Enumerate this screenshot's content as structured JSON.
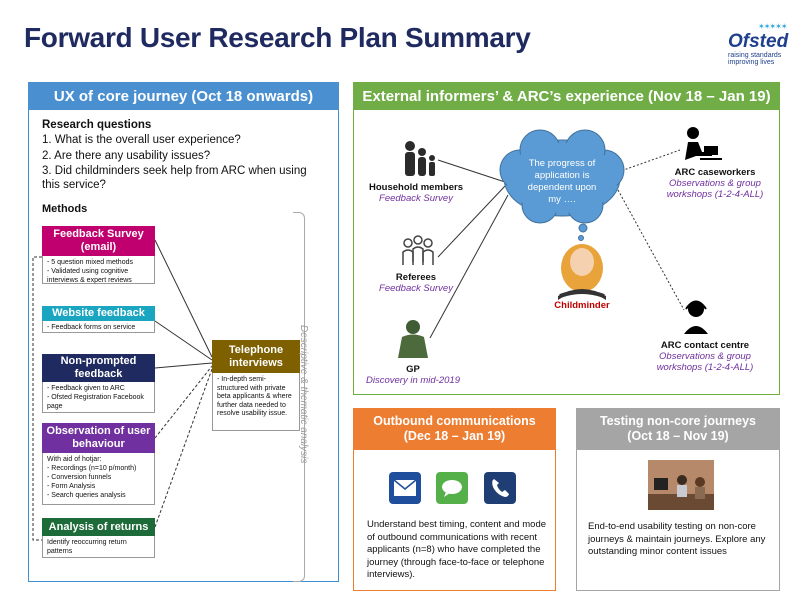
{
  "title": "Forward User Research Plan Summary",
  "logo": {
    "word": "Ofsted",
    "tagline_1": "raising standards",
    "tagline_2": "improving lives"
  },
  "left": {
    "heading": "UX of core journey (Oct 18 onwards)",
    "rq_title": "Research questions",
    "questions": [
      "1. What is the overall user experience?",
      "2. Are there any usability issues?",
      "3. Did childminders seek help from ARC when using this service?"
    ],
    "methods_title": "Methods",
    "methods": [
      {
        "title": "Feedback Survey (email)",
        "color": "#c0006e",
        "lines": [
          "- 5 question mixed methods",
          "- Validated using cognitive interviews & expert reviews"
        ]
      },
      {
        "title": "Website feedback",
        "color": "#1aa5c0",
        "lines": [
          "- Feedback forms on service"
        ]
      },
      {
        "title": "Non-prompted feedback",
        "color": "#1f2a60",
        "lines": [
          "- Feedback given to ARC",
          "- Ofsted Registration Facebook page"
        ]
      },
      {
        "title": "Observation of user behaviour",
        "color": "#7030a0",
        "lines": [
          "With aid of hotjar:",
          "- Recordings (n=10 p/month)",
          "- Conversion funnels",
          "- Form Analysis",
          "- Search queries analysis"
        ]
      },
      {
        "title": "Analysis of returns",
        "color": "#1e6b3a",
        "lines": [
          "Identify reoccurring return patterns"
        ]
      }
    ],
    "telephone": {
      "title": "Telephone interviews",
      "body": "- In-depth semi-structured with private beta applicants & where further data needed to resolve usability issue."
    },
    "vertical_label": "Descriptive & thematic analysis"
  },
  "right": {
    "heading": "External informers’ & ARC’s experience (Nov 18 – Jan 19)",
    "cloud": "The progress of application is dependent upon my ….",
    "childminder": "Childminder",
    "people": [
      {
        "name": "Household members",
        "method": "Feedback Survey"
      },
      {
        "name": "Referees",
        "method": "Feedback Survey"
      },
      {
        "name": "GP",
        "method": "Discovery in mid-2019"
      },
      {
        "name": "ARC caseworkers",
        "method": "Observations & group workshops (1-2-4-ALL)"
      },
      {
        "name": "ARC contact centre",
        "method": "Observations & group workshops (1-2-4-ALL)"
      }
    ]
  },
  "outbound": {
    "heading_1": "Outbound communications",
    "heading_2": "(Dec 18 – Jan 19)",
    "text": "Understand best timing, content and mode of outbound communications with recent applicants (n=8) who have completed the journey (through face-to-face or telephone interviews)."
  },
  "testing": {
    "heading_1": "Testing non-core journeys",
    "heading_2": "(Oct 18 – Nov 19)",
    "text": "End-to-end usability testing on non-core journeys & maintain journeys. Explore any outstanding minor content issues"
  },
  "colors": {
    "title": "#1f2a60",
    "left_head": "#4a90d0",
    "right_head": "#70ad47",
    "outbound": "#ed7d31",
    "testing": "#a5a5a5",
    "purple": "#7030a0",
    "red": "#c00000"
  }
}
